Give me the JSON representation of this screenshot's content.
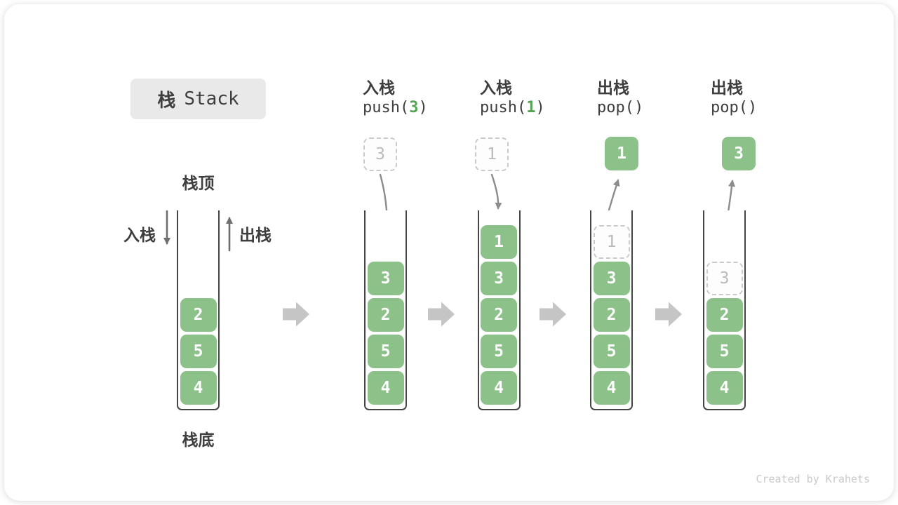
{
  "title": {
    "zh": "栈",
    "en": "Stack"
  },
  "watermark": "Created by Krahets",
  "colors": {
    "cell_green": "#8CC28A",
    "code_arg_green": "#55A455",
    "label_dark": "#3E3E3E",
    "title_bg": "#E9E9E9",
    "dashed_grey": "#C9CACB",
    "muted_text": "#B9BABB",
    "arrow_grey": "#8C8C8C",
    "dark_arrow_grey": "#6E6E6E",
    "block_arrow_grey": "#C5C5C5",
    "container_border": "#454545",
    "watermark_grey": "#C9C9C9"
  },
  "base_stack": {
    "top_label": "栈顶",
    "bottom_label": "栈底",
    "push_label": "入栈",
    "pop_label": "出栈",
    "cells": [
      {
        "value": "2",
        "type": "solid"
      },
      {
        "value": "5",
        "type": "solid"
      },
      {
        "value": "4",
        "type": "solid"
      }
    ]
  },
  "steps": [
    {
      "label": "入栈",
      "code": {
        "pre": "push(",
        "arg": "3",
        "post": ")"
      },
      "outside": {
        "value": "3",
        "type": "dashed"
      },
      "cells": [
        {
          "value": "3",
          "type": "solid"
        },
        {
          "value": "2",
          "type": "solid"
        },
        {
          "value": "5",
          "type": "solid"
        },
        {
          "value": "4",
          "type": "solid"
        }
      ]
    },
    {
      "label": "入栈",
      "code": {
        "pre": "push(",
        "arg": "1",
        "post": ")"
      },
      "outside": {
        "value": "1",
        "type": "dashed"
      },
      "cells": [
        {
          "value": "1",
          "type": "solid"
        },
        {
          "value": "3",
          "type": "solid"
        },
        {
          "value": "2",
          "type": "solid"
        },
        {
          "value": "5",
          "type": "solid"
        },
        {
          "value": "4",
          "type": "solid"
        }
      ]
    },
    {
      "label": "出栈",
      "code": {
        "pre": "pop(",
        "arg": "",
        "post": ")"
      },
      "outside": {
        "value": "1",
        "type": "solid"
      },
      "cells": [
        {
          "value": "1",
          "type": "dashed"
        },
        {
          "value": "3",
          "type": "solid"
        },
        {
          "value": "2",
          "type": "solid"
        },
        {
          "value": "5",
          "type": "solid"
        },
        {
          "value": "4",
          "type": "solid"
        }
      ]
    },
    {
      "label": "出栈",
      "code": {
        "pre": "pop(",
        "arg": "",
        "post": ")"
      },
      "outside": {
        "value": "3",
        "type": "solid"
      },
      "cells": [
        {
          "value": "3",
          "type": "dashed"
        },
        {
          "value": "2",
          "type": "solid"
        },
        {
          "value": "5",
          "type": "solid"
        },
        {
          "value": "4",
          "type": "solid"
        }
      ]
    }
  ]
}
